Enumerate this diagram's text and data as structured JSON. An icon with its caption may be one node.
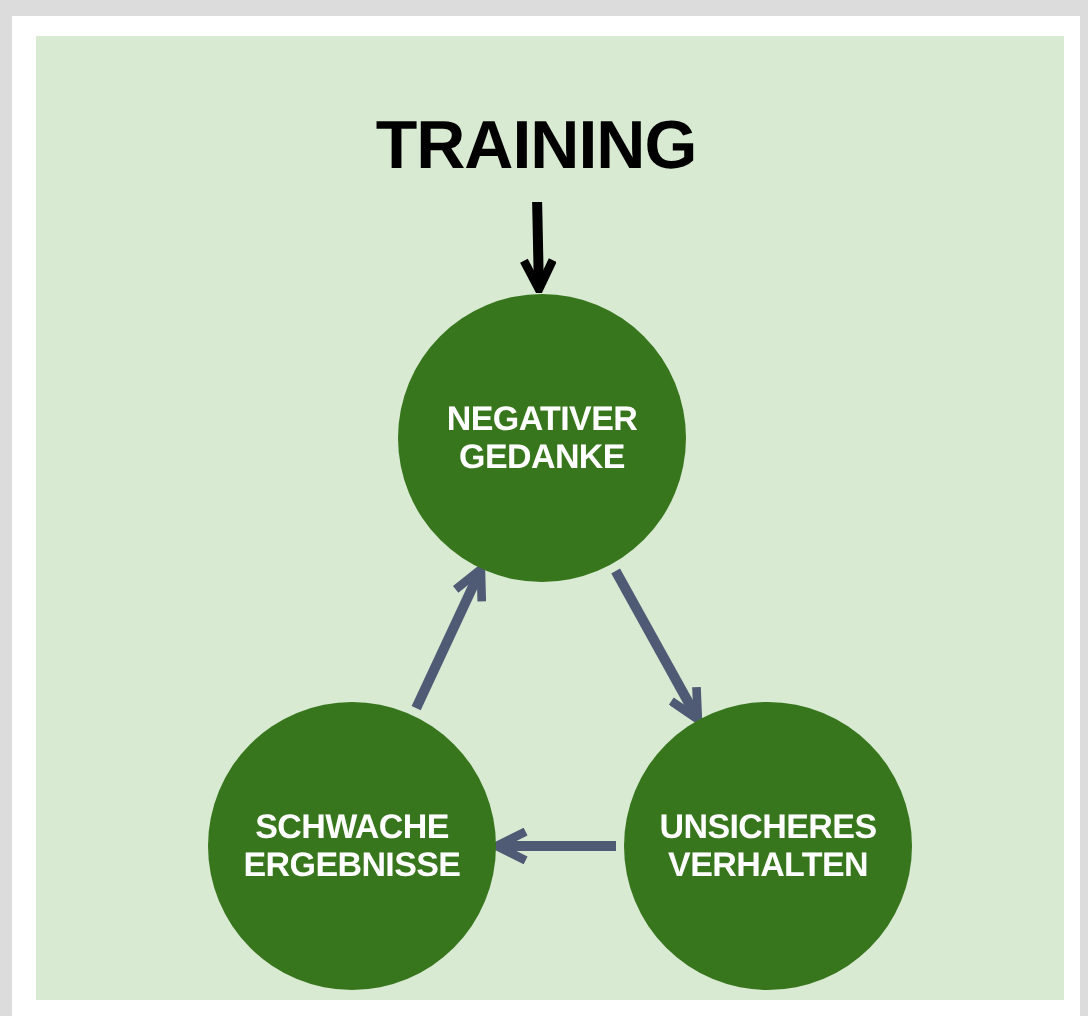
{
  "diagram": {
    "nodes": [
      {
        "text": [
          "TRAINING"
        ]
      },
      {
        "text": [
          "NEGATIVER GEDANKE"
        ]
      },
      {
        "text": [
          "UNSICHERES VERHALTEN"
        ]
      },
      {
        "text": [
          "SCHWACHE ERGEBNISSE"
        ]
      }
    ],
    "edges": [
      {
        "from": 0,
        "to": 1,
        "arrow": "to",
        "color": "#000000"
      },
      {
        "from": 1,
        "to": 2,
        "arrow": "to"
      },
      {
        "from": 2,
        "to": 3,
        "arrow": "to"
      },
      {
        "from": 3,
        "to": 1,
        "arrow": "to"
      }
    ]
  }
}
